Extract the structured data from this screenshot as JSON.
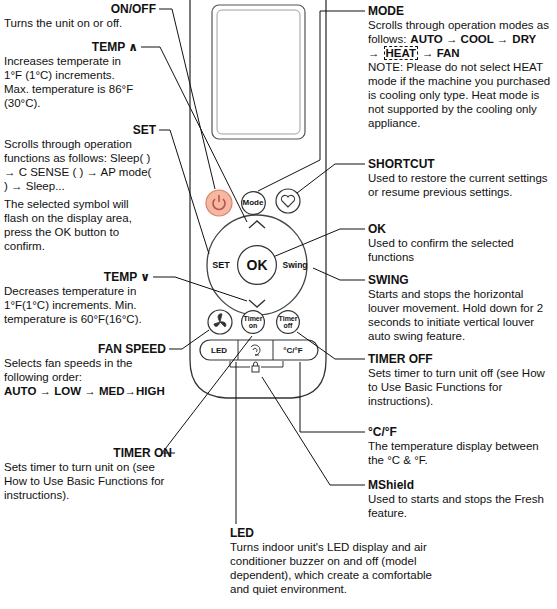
{
  "diagram": {
    "nodes": [
      {
        "text": [
          "Mode"
        ]
      },
      {
        "text": [
          "OK"
        ]
      },
      {
        "text": [
          "Timer on"
        ]
      },
      {
        "text": [
          "Timer off"
        ]
      }
    ],
    "labels": [
      "ON/OFF",
      "Turns the unit on or off.",
      "TEMP ∧",
      "Increases temperate in 1°F (1°C) increments. Max. temperature is 86°F (30°C).",
      "SET",
      "Scrolls through operation functions as follows: Sleep( ) → C SENSE ( ) → AP mode( ) → Sleep...",
      "The selected symbol will flash on the display area, press the OK button to confirm.",
      "TEMP ∨",
      "Decreases temperature in 1°F(1°C) increments. Min. temperature is 60°F(16°C).",
      "FAN SPEED",
      "Selects fan speeds in the following order:",
      "AUTO → LOW → MED→HIGH",
      "TIMER ON",
      "Sets timer to turn unit on (see How to Use Basic Functions for instructions).",
      "LED",
      "Turns indoor unit's LED display and air conditioner buzzer on and off (model dependent), which create a comfortable and quiet environment.",
      "MODE",
      "Scrolls through operation modes as follows:",
      "AUTO → COOL →",
      "DRY →",
      "HEAT",
      "→ FAN",
      "NOTE: Please do not select HEAT mode if the machine you purchased is cooling only type. Heat mode is not supported by the cooling only appliance.",
      "SHORTCUT",
      "Used to restore the current settings or resume previous settings.",
      "OK",
      "Used to confirm the selected functions",
      "SWING",
      "Starts and stops the horizontal louver movement. Hold down for 2 seconds to initiate vertical louver auto swing feature.",
      "TIMER OFF",
      "Sets timer to turn unit off (see How to Use Basic Functions for instructions).",
      "°C/°F",
      "The temperature display between the °C & °F.",
      "MShield",
      "Used to starts and stops the Fresh feature.",
      "SET",
      "Swing",
      "LED",
      "°C/°F"
    ]
  }
}
